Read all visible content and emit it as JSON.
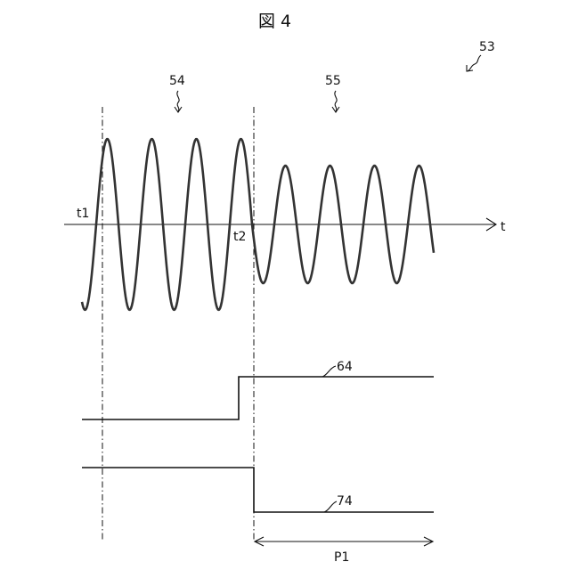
{
  "figure": {
    "title": "図 4",
    "ref_53": "53",
    "ref_54": "54",
    "ref_55": "55",
    "time_axis": "t",
    "t1": "t1",
    "t2": "t2",
    "ref_64": "64",
    "ref_74": "74",
    "period": "P1"
  }
}
